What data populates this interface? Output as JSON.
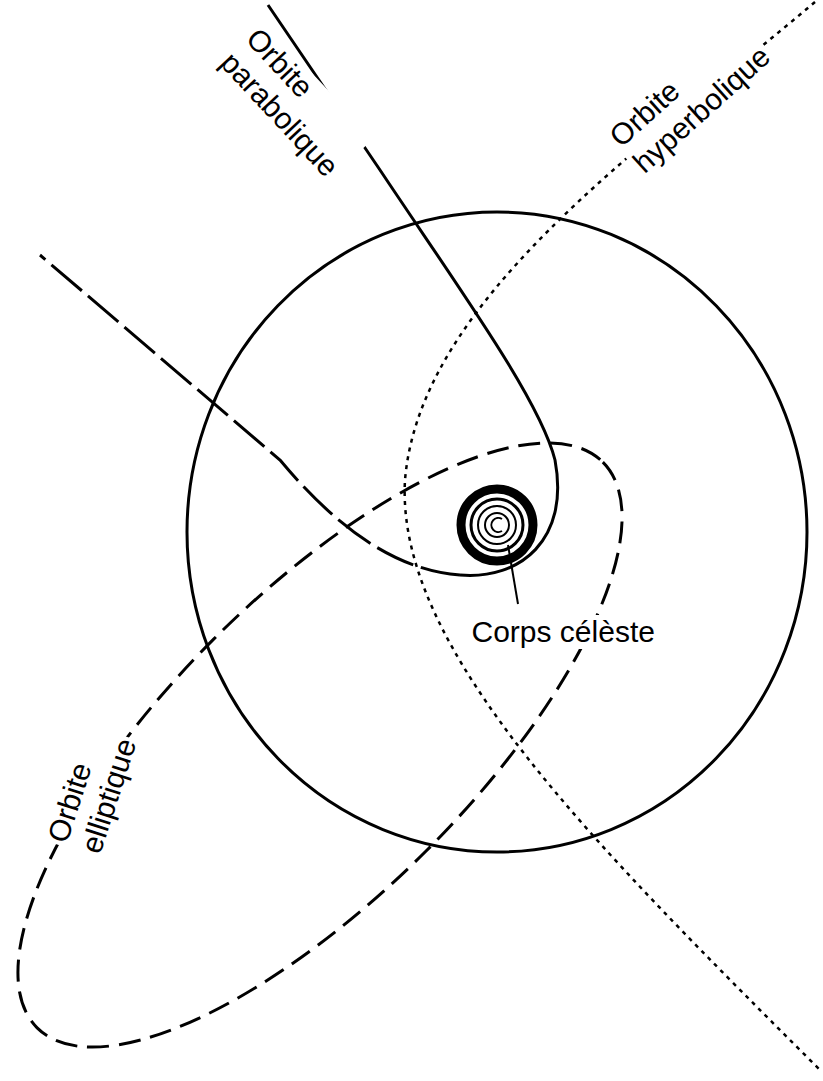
{
  "diagram": {
    "labels": [
      "Orbite parabolique",
      "Orbite hyperbolique",
      "Corps célèste",
      "Orbite elliptique"
    ]
  }
}
